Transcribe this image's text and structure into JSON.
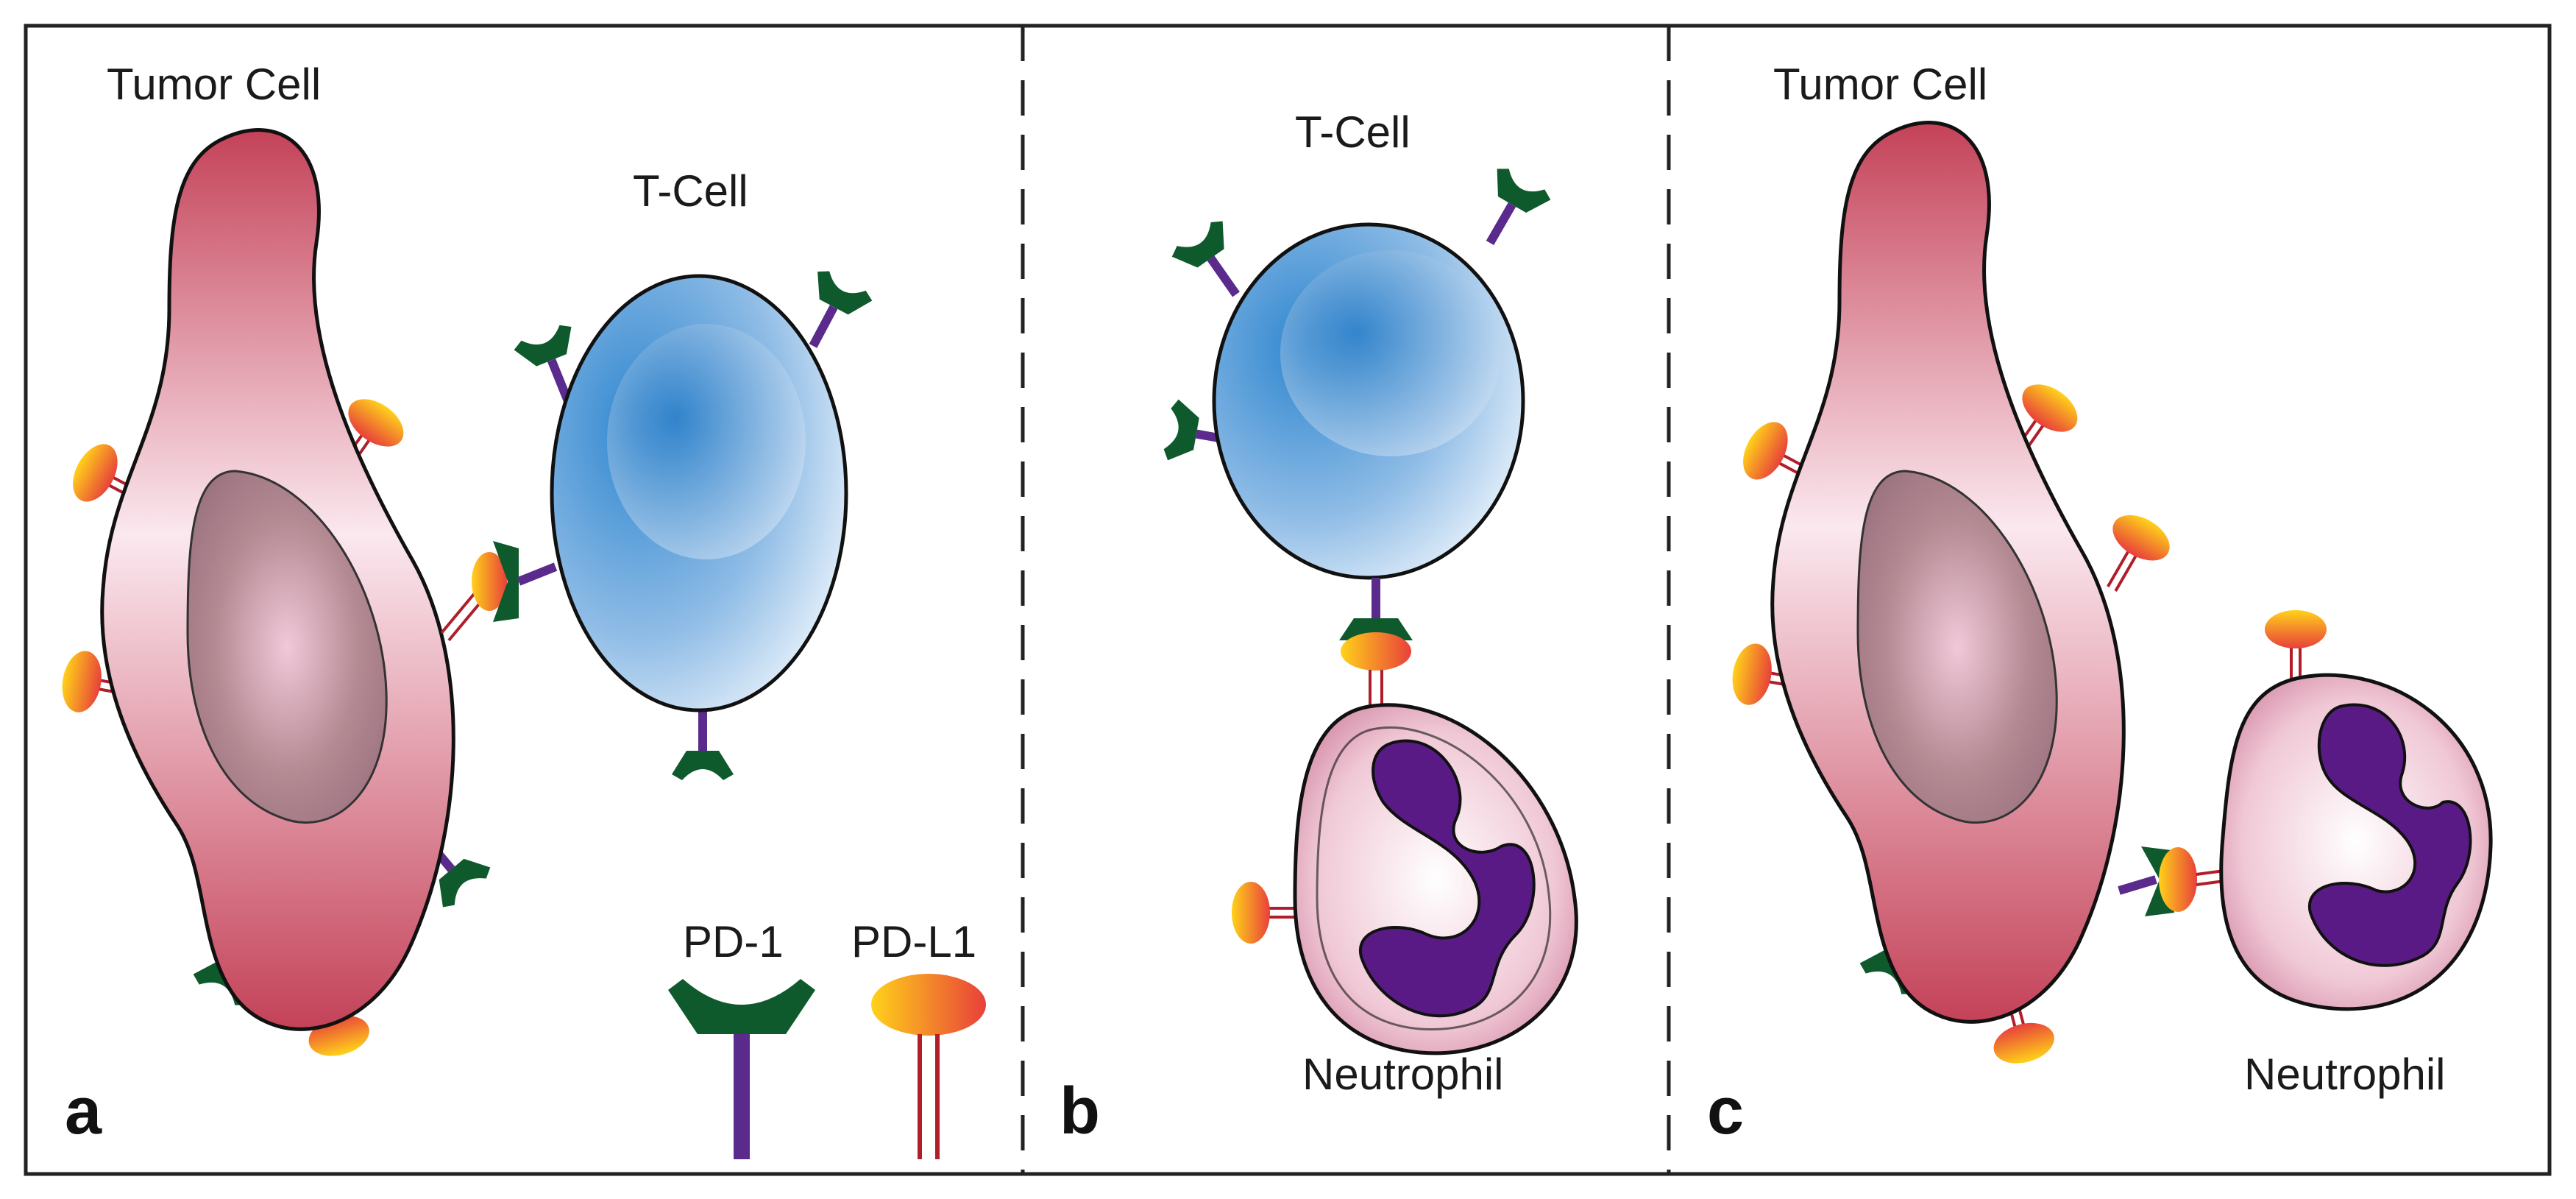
{
  "panels": [
    {
      "letter": "a",
      "tumor_label": "Tumor Cell",
      "tcell_label": "T-Cell"
    },
    {
      "letter": "b",
      "tcell_label": "T-Cell",
      "neutrophil_label": "Neutrophil"
    },
    {
      "letter": "c",
      "tumor_label": "Tumor Cell",
      "neutrophil_label": "Neutrophil"
    }
  ],
  "legend": {
    "pd1_label": "PD-1",
    "pdl1_label": "PD-L1"
  },
  "colors": {
    "tumor_dark": "#c44258",
    "tumor_light": "#fbe8ef",
    "nucleus": "#b48a93",
    "tcell_blue": "#2e86cf",
    "tcell_light": "#eaf3fb",
    "pd1_green": "#0f5a2c",
    "pd1_stem": "#5a2a8c",
    "pdl1_red": "#e8403a",
    "pdl1_yellow": "#ffd21a",
    "neutrophil_outer": "#d58ea8",
    "neutrophil_nucleus": "#5a1a86",
    "frame": "#222222"
  }
}
